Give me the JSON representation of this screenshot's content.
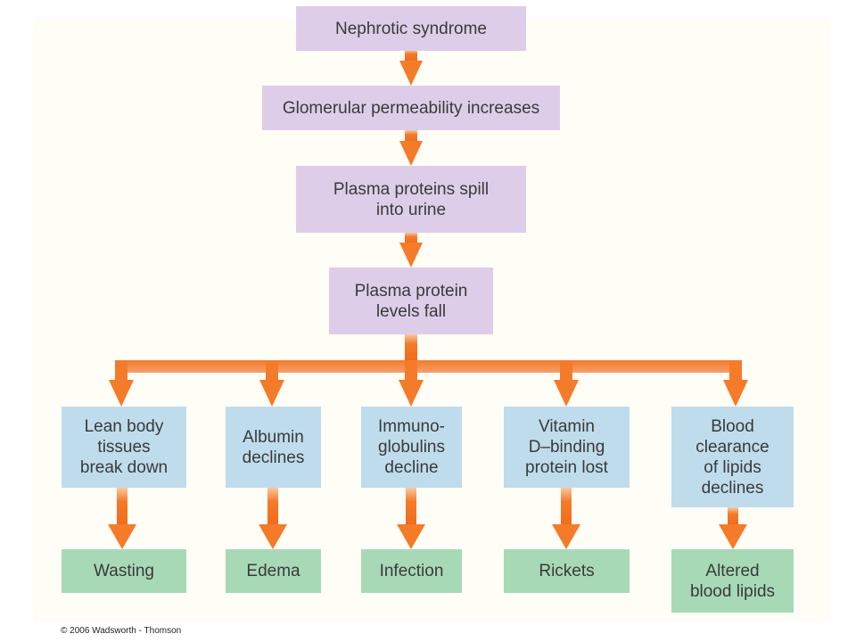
{
  "flow": {
    "step1": "Nephrotic syndrome",
    "step2": "Glomerular permeability increases",
    "step3": "Plasma proteins spill\ninto urine",
    "step4": "Plasma protein\nlevels fall"
  },
  "branches": [
    {
      "cause": "Lean body\ntissues\nbreak down",
      "effect": "Wasting"
    },
    {
      "cause": "Albumin\ndeclines",
      "effect": "Edema"
    },
    {
      "cause": "Immuno-\nglobulins\ndecline",
      "effect": "Infection"
    },
    {
      "cause": "Vitamin\nD–binding\nprotein lost",
      "effect": "Rickets"
    },
    {
      "cause": "Blood\nclearance\nof lipids\ndeclines",
      "effect": "Altered\nblood lipids"
    }
  ],
  "credit": "© 2006 Wadsworth - Thomson",
  "colors": {
    "flow_box": "#decde9",
    "cause_box": "#bfdcec",
    "effect_box": "#a8d9b7",
    "arrow": "#f47b2a",
    "background": "#fefdf6"
  }
}
